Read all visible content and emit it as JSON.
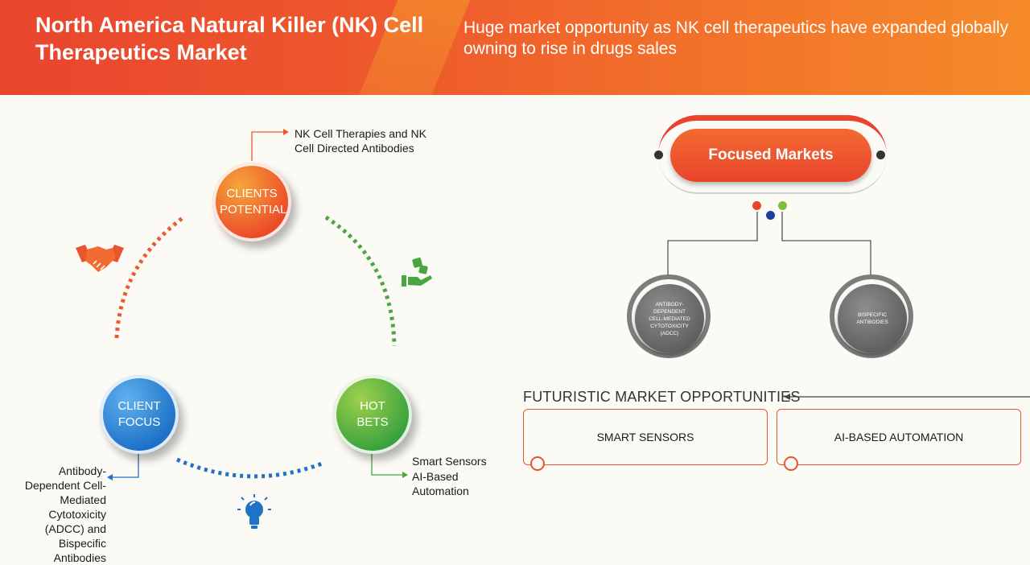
{
  "header": {
    "title": "North America Natural Killer (NK) Cell Therapeutics Market",
    "subtitle": "Huge market opportunity as NK cell therapeutics have expanded globally owning to rise in drugs sales"
  },
  "cycle": {
    "clients_potential": "CLIENTS POTENTIAL",
    "client_focus": "CLIENT FOCUS",
    "hot_bets": "HOT BETS",
    "clients_potential_note": "NK Cell Therapies and NK Cell Directed Antibodies",
    "client_focus_note": "Antibody-Dependent Cell-Mediated Cytotoxicity (ADCC) and Bispecific Antibodies",
    "hot_bets_note_1": "Smart Sensors",
    "hot_bets_note_2": "AI-Based Automation"
  },
  "focused_markets": {
    "title": "Focused Markets",
    "items": [
      "ANTIBODY-DEPENDENT CELL-MEDIATED CYTOTOXICITY (ADCC)",
      "BISPECIFIC ANTIBODIES"
    ]
  },
  "opportunities": {
    "title": "FUTURISTIC MARKET OPPORTUNITIES",
    "items": [
      "SMART SENSORS",
      "AI-BASED AUTOMATION"
    ]
  },
  "colors": {
    "orange": "#ec4b28",
    "blue": "#1d70c6",
    "green": "#39a23d",
    "grey": "#6e6e6e"
  },
  "icons": [
    "handshake-icon",
    "money-hand-icon",
    "lightbulb-icon"
  ]
}
